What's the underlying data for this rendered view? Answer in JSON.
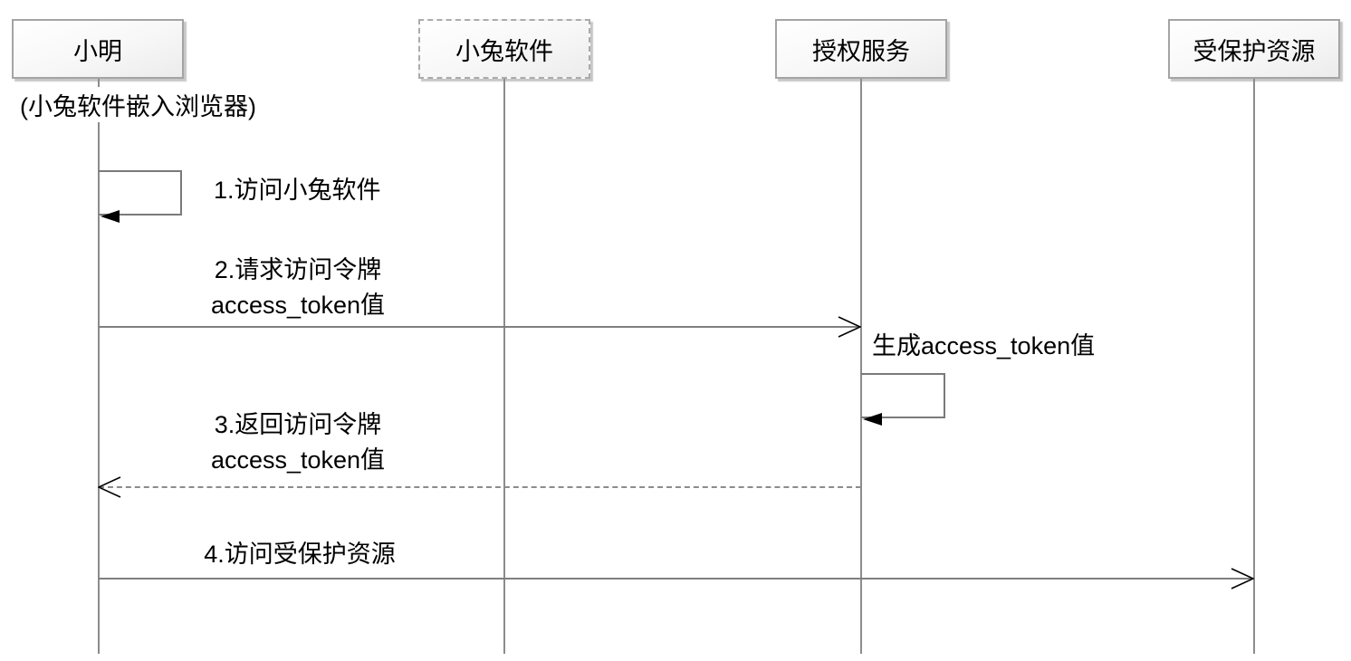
{
  "diagram": {
    "type": "sequence-diagram",
    "actors": [
      {
        "label": "小明",
        "box_style": "solid",
        "note": "(小兔软件嵌入浏览器)"
      },
      {
        "label": "小兔软件",
        "box_style": "dashed",
        "note": ""
      },
      {
        "label": "授权服务",
        "box_style": "solid",
        "note": ""
      },
      {
        "label": "受保护资源",
        "box_style": "solid",
        "note": ""
      }
    ],
    "actor_note": "(小兔软件嵌入浏览器)",
    "messages": [
      {
        "label": "1.访问小兔软件",
        "from": "小明",
        "to": "小明",
        "kind": "self",
        "line": "solid",
        "arrowhead": "filled"
      },
      {
        "line1": "2.请求访问令牌",
        "line2": "access_token值",
        "from": "小明",
        "to": "授权服务",
        "kind": "message",
        "line": "solid",
        "arrowhead": "open"
      },
      {
        "label": "生成access_token值",
        "from": "授权服务",
        "to": "授权服务",
        "kind": "self",
        "line": "solid",
        "arrowhead": "filled"
      },
      {
        "line1": "3.返回访问令牌",
        "line2": "access_token值",
        "from": "授权服务",
        "to": "小明",
        "kind": "message",
        "line": "dashed",
        "arrowhead": "open"
      },
      {
        "label": "4.访问受保护资源",
        "from": "小明",
        "to": "受保护资源",
        "kind": "message",
        "line": "solid",
        "arrowhead": "open"
      }
    ],
    "colors": {
      "background": "#ffffff",
      "text": "#000000",
      "box_border": "#a4a4a4",
      "box_fill_top": "#ffffff",
      "box_fill_bottom": "#ececec",
      "lifeline": "#8c8c8c",
      "message_line": "#7f7f7f",
      "arrowhead": "#000000"
    }
  }
}
